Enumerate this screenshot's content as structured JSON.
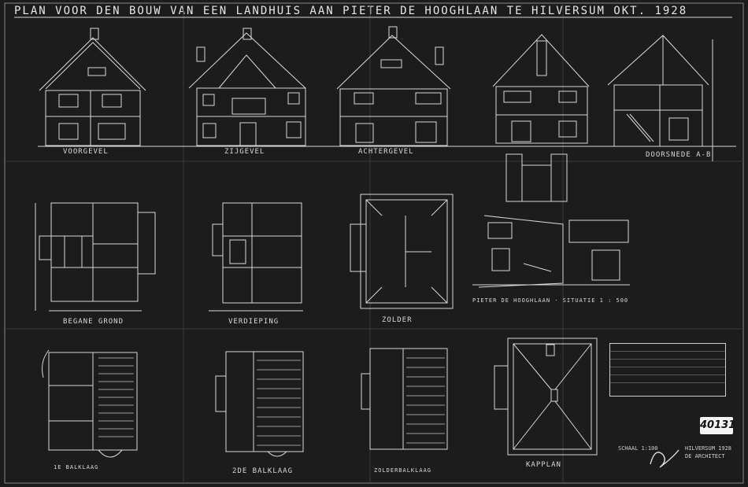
{
  "sheet": {
    "title": "PLAN VOOR DEN BOUW VAN EEN LANDHUIS AAN PIETER DE HOOGHLAAN TE HILVERSUM OKT. 1928",
    "archive_number": "40131"
  },
  "elevations": {
    "front": "VOORGEVEL",
    "side": "ZIJGEVEL",
    "rear": "ACHTERGEVEL",
    "section": "DOORSNEDE A-B"
  },
  "plans": {
    "ground": "BEGANE GROND",
    "first": "VERDIEPING",
    "attic": "ZOLDER",
    "situation": "PIETER DE HOOGHLAAN · SITUATIE 1 : 500",
    "beam1": "1e BALKLAAG",
    "beam2": "2de BALKLAAG",
    "beam3": "ZOLDERBALKLAAG",
    "roof": "KAPPLAN"
  },
  "footer": {
    "scale": "SCHAAL 1:100",
    "place_date": "HILVERSUM 1928",
    "author": "DE ARCHITECT"
  }
}
